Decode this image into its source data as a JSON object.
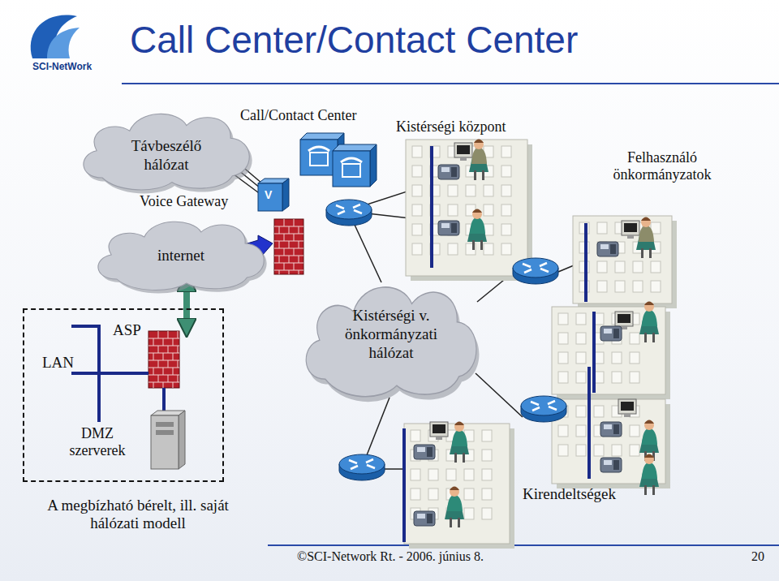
{
  "diagram": {
    "title": "Call Center/Contact Center",
    "nodes": [
      {
        "text": [
          "Távbeszélő hálózat"
        ]
      },
      {
        "text": [
          "internet"
        ]
      },
      {
        "text": [
          "Kistérségi v. önkormányzati hálózat"
        ]
      },
      {
        "text": [
          "LAN"
        ]
      }
    ],
    "edges": [
      {
        "from": 1,
        "to": 3,
        "arrow": "both"
      }
    ],
    "labels": [
      "SCI-NetWork",
      "Call/Contact Center",
      "Kistérségi központ",
      "Felhasználó önkormányzatok",
      "Voice Gateway",
      "V",
      "ASP",
      "DMZ szerverek",
      "A megbízható bérelt, ill. saját hálózati modell",
      "Kirendeltségek",
      "©SCI-Network Rt. - 2006. június 8.",
      "20"
    ]
  }
}
